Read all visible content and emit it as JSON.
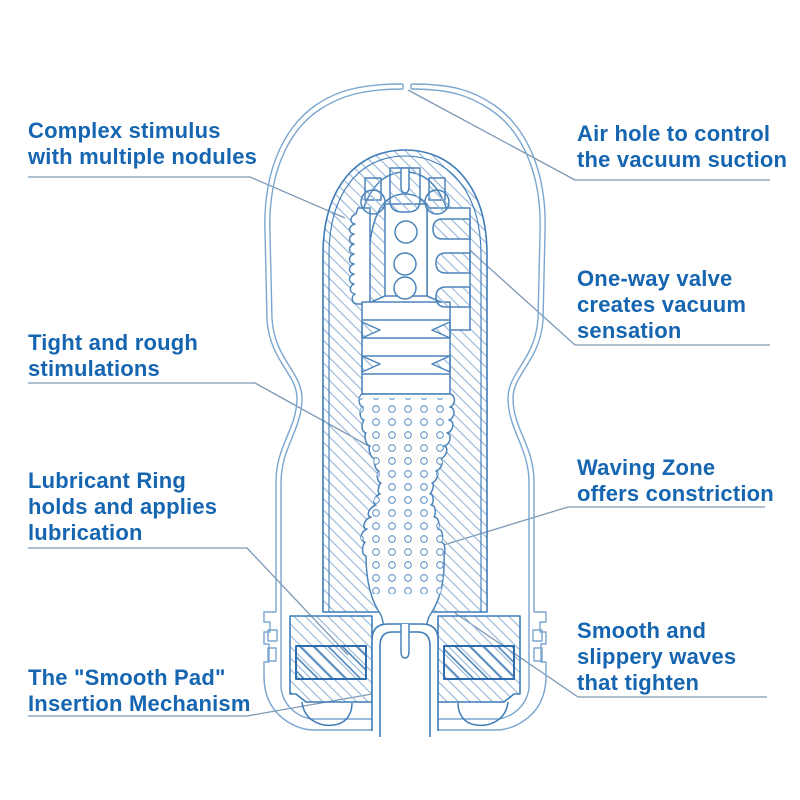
{
  "figure": {
    "type": "cutaway-technical-diagram",
    "subject": "Vacuum cup internal cross-section with annotated features"
  },
  "colors": {
    "label_text": "#1565b0",
    "cup_outline": "#7aa6d0",
    "sleeve_outline": "#3e7cb8",
    "hatch_line": "#95b5d6",
    "leader_line": "#7e99b5"
  },
  "labels": [
    {
      "id": "complex-stimulus",
      "text": "Complex stimulus\nwith multiple nodules"
    },
    {
      "id": "air-hole",
      "text": "Air hole to control\nthe vacuum suction"
    },
    {
      "id": "one-way-valve",
      "text": "One-way valve\ncreates vacuum\nsensation"
    },
    {
      "id": "tight-rough",
      "text": "Tight and rough\nstimulations"
    },
    {
      "id": "lubricant-ring",
      "text": "Lubricant Ring\nholds and applies\nlubrication"
    },
    {
      "id": "waving-zone",
      "text": "Waving Zone\noffers constriction"
    },
    {
      "id": "smooth-pad",
      "text": "The \"Smooth Pad\"\nInsertion Mechanism"
    },
    {
      "id": "smooth-waves",
      "text": "Smooth and\nslippery waves\nthat tighten"
    }
  ]
}
